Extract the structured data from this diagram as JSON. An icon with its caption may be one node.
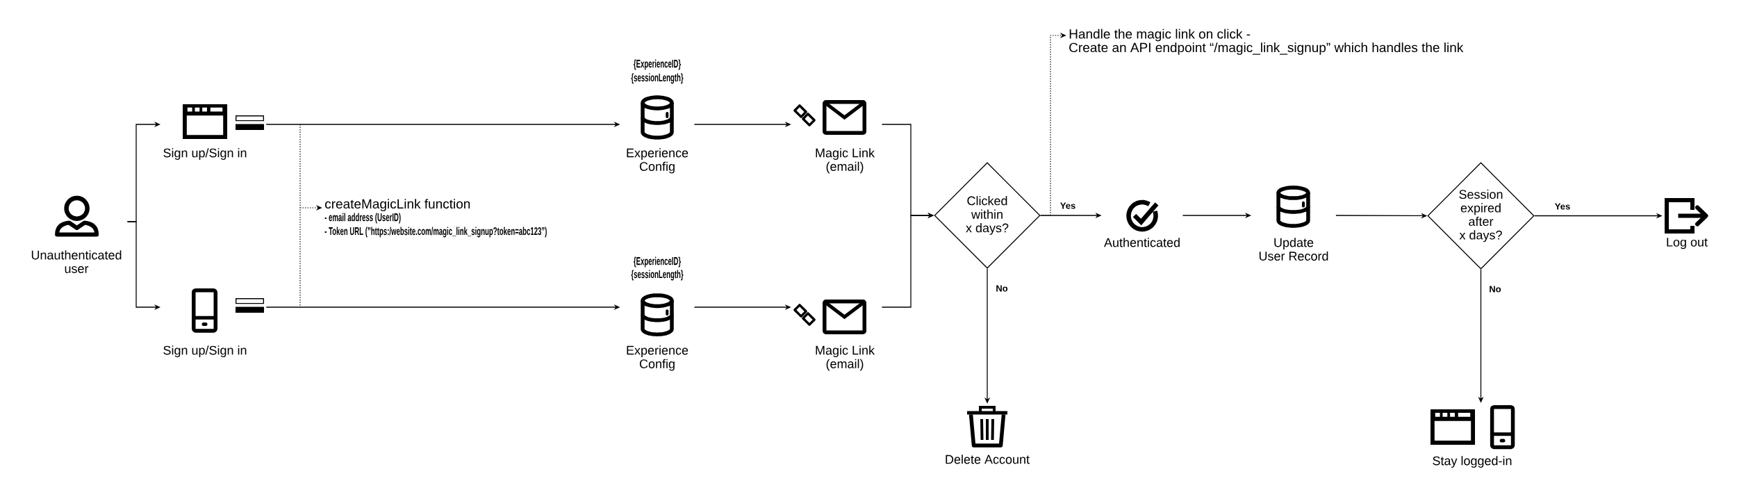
{
  "diagram": {
    "nodes": [
      {
        "text": [
          "Unauthenticated user"
        ]
      },
      {
        "text": [
          "Sign up/Sign in"
        ]
      },
      {
        "text": [
          "Sign up/Sign in"
        ]
      },
      {
        "text": [
          "createMagicLink function",
          "- email address (UserID)",
          "- Token URL (”https:/website.com/magic_link_signup?token=abc123”)"
        ]
      },
      {
        "text": [
          "Experience Config"
        ],
        "beside": [
          "{ExperienceID}",
          "{sessionLength}"
        ]
      },
      {
        "text": [
          "Experience Config"
        ],
        "beside": [
          "{ExperienceID}",
          "{sessionLength}"
        ]
      },
      {
        "text": [
          "Magic Link (email)"
        ]
      },
      {
        "text": [
          "Magic Link (email)"
        ]
      },
      {
        "text": [
          "Clicked within x days?"
        ]
      },
      {
        "text": [
          "Delete Account"
        ]
      },
      {
        "text": [
          "Handle the magic link on click -",
          "Create an API endpoint “/magic_link_signup” which handles the link"
        ]
      },
      {
        "text": [
          "Authenticated"
        ]
      },
      {
        "text": [
          "Update User Record"
        ]
      },
      {
        "text": [
          "Session expired after x days?"
        ]
      },
      {
        "text": [
          "Log out"
        ]
      },
      {
        "text": [
          "Stay logged-in"
        ]
      }
    ],
    "edges": [
      {
        "from": 0,
        "to": 1,
        "arrow": "to"
      },
      {
        "from": 0,
        "to": 2,
        "arrow": "to"
      },
      {
        "from": 1,
        "to": 4,
        "arrow": "to"
      },
      {
        "from": 2,
        "to": 5,
        "arrow": "to"
      },
      {
        "from": 4,
        "to": 6,
        "arrow": "to"
      },
      {
        "from": 5,
        "to": 7,
        "arrow": "to"
      },
      {
        "from": 6,
        "to": 8,
        "arrow": "to"
      },
      {
        "from": 7,
        "to": 8,
        "arrow": "to"
      },
      {
        "from": 8,
        "to": 11,
        "arrow": "to",
        "label": "Yes"
      },
      {
        "from": 8,
        "to": 9,
        "arrow": "to",
        "label": "No"
      },
      {
        "from": 11,
        "to": 12,
        "arrow": "to"
      },
      {
        "from": 12,
        "to": 13,
        "arrow": "to"
      },
      {
        "from": 13,
        "to": 14,
        "arrow": "to",
        "label": "Yes"
      },
      {
        "from": 13,
        "to": 15,
        "arrow": "to",
        "label": "No"
      },
      {
        "from": null,
        "to": 3,
        "arrow": "to",
        "style": "dashed"
      },
      {
        "from": 8,
        "to": 10,
        "arrow": "to",
        "style": "dashed"
      }
    ]
  }
}
